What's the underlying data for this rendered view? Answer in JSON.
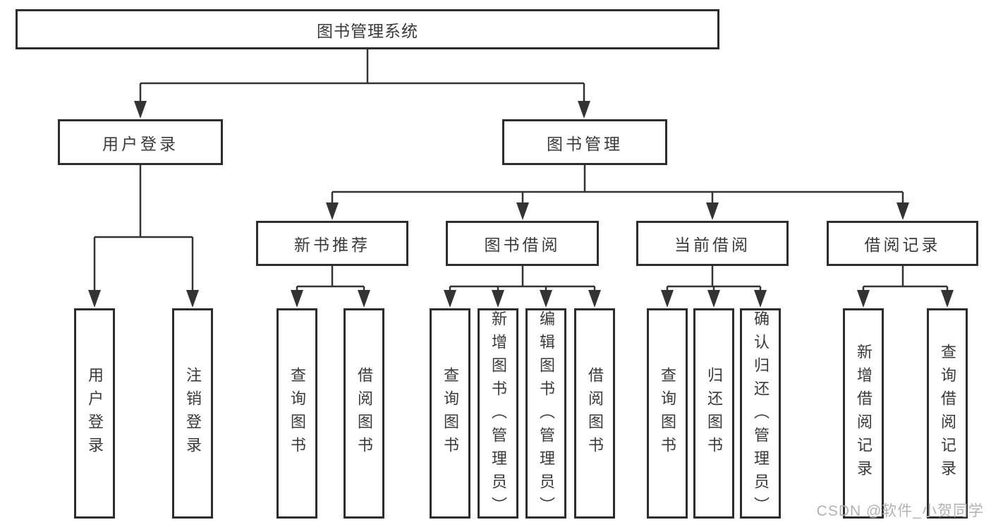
{
  "diagram": {
    "root": "图书管理系统",
    "branches": {
      "user_login": {
        "label": "用户登录",
        "children": [
          "用户登录",
          "注销登录"
        ]
      },
      "book_management": {
        "label": "图书管理",
        "sections": {
          "new_book_recommend": {
            "label": "新书推荐",
            "children": [
              "查询图书",
              "借阅图书"
            ]
          },
          "book_borrow": {
            "label": "图书借阅",
            "children": [
              "查询图书",
              "新增图书（管理员）",
              "编辑图书（管理员）",
              "借阅图书"
            ]
          },
          "current_borrow": {
            "label": "当前借阅",
            "children": [
              "查询图书",
              "归还图书",
              "确认归还（管理员）"
            ]
          },
          "borrow_records": {
            "label": "借阅记录",
            "children": [
              "新增借阅记录",
              "查询借阅记录"
            ]
          }
        }
      }
    }
  },
  "watermark": "CSDN @软件_小贺同学",
  "colors": {
    "line": "#333333",
    "box_border": "#2d2d2d",
    "text": "#3a3a3a",
    "watermark": "#b2b2b2",
    "background": "#ffffff"
  }
}
